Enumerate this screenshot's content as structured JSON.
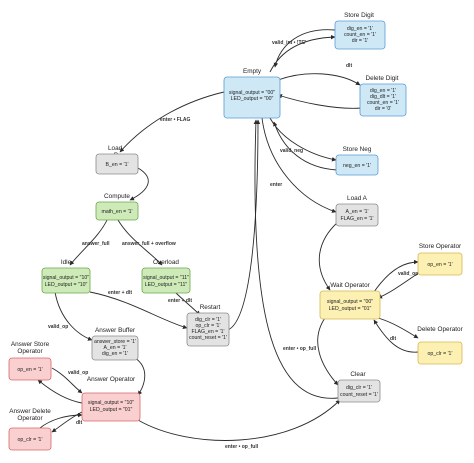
{
  "colors": {
    "blue": "#cfe8f6",
    "blue_border": "#5b9bd5",
    "gray": "#e3e3e3",
    "gray_border": "#8c8c8c",
    "green": "#cdeab8",
    "green_border": "#6aa84f",
    "yellow": "#fdf0b3",
    "yellow_border": "#d6b656",
    "red": "#f9cfcf",
    "red_border": "#d66a6a"
  },
  "nodes": [
    {
      "id": "store_digit",
      "title": "Store Digit",
      "lines": [
        "dig_en = '1'",
        "count_en = '1'",
        "dir = '1'"
      ],
      "color": "blue"
    },
    {
      "id": "empty",
      "title": "Empty",
      "lines": [
        "signal_output  = \"00\"",
        "LED_output = \"00\""
      ],
      "color": "blue"
    },
    {
      "id": "delete_digit",
      "title": "Delete Digit",
      "lines": [
        "dig_en = '1'",
        "dig_dlt = '1'",
        "count_en = '1'",
        "dir = '0'"
      ],
      "color": "blue"
    },
    {
      "id": "store_neg",
      "title": "Store Neg",
      "lines": [
        "neg_en = '1'"
      ],
      "color": "blue"
    },
    {
      "id": "load_b",
      "title": "Load  B",
      "lines": [
        "B_en = '1'"
      ],
      "color": "gray"
    },
    {
      "id": "compute",
      "title": "Compute",
      "lines": [
        "math_en = '1'"
      ],
      "color": "green"
    },
    {
      "id": "load_a",
      "title": "Load A",
      "lines": [
        "A_en = '1'",
        "FLAG_en = '1'"
      ],
      "color": "gray"
    },
    {
      "id": "idle",
      "title": "Idle",
      "lines": [
        "signal_output = \"10\"",
        "LED_output = \"10\""
      ],
      "color": "green"
    },
    {
      "id": "overload",
      "title": "Overload",
      "lines": [
        "signal_output = \"11\"",
        "LED_output = \"11\""
      ],
      "color": "green"
    },
    {
      "id": "store_operator",
      "title": "Store Operator",
      "lines": [
        "op_en = '1'"
      ],
      "color": "yellow"
    },
    {
      "id": "wait_operator",
      "title": "Wait Operator",
      "lines": [
        "signal_output = \"00\"",
        "LED_output = \"01\""
      ],
      "color": "yellow"
    },
    {
      "id": "restart",
      "title": "Restart",
      "lines": [
        "dig_clr = '1'",
        "op_clr = '1'",
        "FLAG_en = '1'",
        "count_reset = '1'"
      ],
      "color": "gray"
    },
    {
      "id": "answer_buffer",
      "title": "Answer Buffer",
      "lines": [
        "answer_store = '1'",
        "A_en = '1'",
        "dig_en = '1'"
      ],
      "color": "gray"
    },
    {
      "id": "delete_operator",
      "title": "Delete Operator",
      "lines": [
        "op_clr = '1'"
      ],
      "color": "yellow"
    },
    {
      "id": "answer_store_operator",
      "title": "Answer Store Operator",
      "lines": [
        "op_en = '1'"
      ],
      "color": "red"
    },
    {
      "id": "answer_operator",
      "title": "Answer Operator",
      "lines": [
        "signal_output = \"10\"",
        "LED_output = \"01\""
      ],
      "color": "red"
    },
    {
      "id": "clear",
      "title": "Clear",
      "lines": [
        "dig_clr = '1'",
        "count_reset = '1'"
      ],
      "color": "gray"
    },
    {
      "id": "answer_delete_operator",
      "title": "Answer Delete Operator",
      "lines": [
        "op_clr = '1'"
      ],
      "color": "red"
    }
  ],
  "edge_labels": [
    {
      "id": "lbl_valid_int",
      "text": "valid_int • !TC'"
    },
    {
      "id": "lbl_dlt_top",
      "text": "dlt"
    },
    {
      "id": "lbl_enter_flag",
      "text": "enter • FLAG"
    },
    {
      "id": "lbl_valid_neg",
      "text": "valid_neg"
    },
    {
      "id": "lbl_enter_empty",
      "text": "enter"
    },
    {
      "id": "lbl_answer_full",
      "text": "answer_full"
    },
    {
      "id": "lbl_answer_full_overflow",
      "text": "answer_full + overflow"
    },
    {
      "id": "lbl_enter_dlt_idle",
      "text": "enter + dlt"
    },
    {
      "id": "lbl_enter_dlt_over",
      "text": "enter + dlt"
    },
    {
      "id": "lbl_valid_op_top",
      "text": "valid_op"
    },
    {
      "id": "lbl_dlt_wait",
      "text": "dlt"
    },
    {
      "id": "lbl_valid_op_idle",
      "text": "valid_op"
    },
    {
      "id": "lbl_enter_op_full_wait",
      "text": "enter • op_full"
    },
    {
      "id": "lbl_valid_op_ans",
      "text": "valid_op"
    },
    {
      "id": "lbl_dlt_ans",
      "text": "dlt"
    },
    {
      "id": "lbl_enter_op_full_bottom",
      "text": "enter • op_full"
    }
  ]
}
